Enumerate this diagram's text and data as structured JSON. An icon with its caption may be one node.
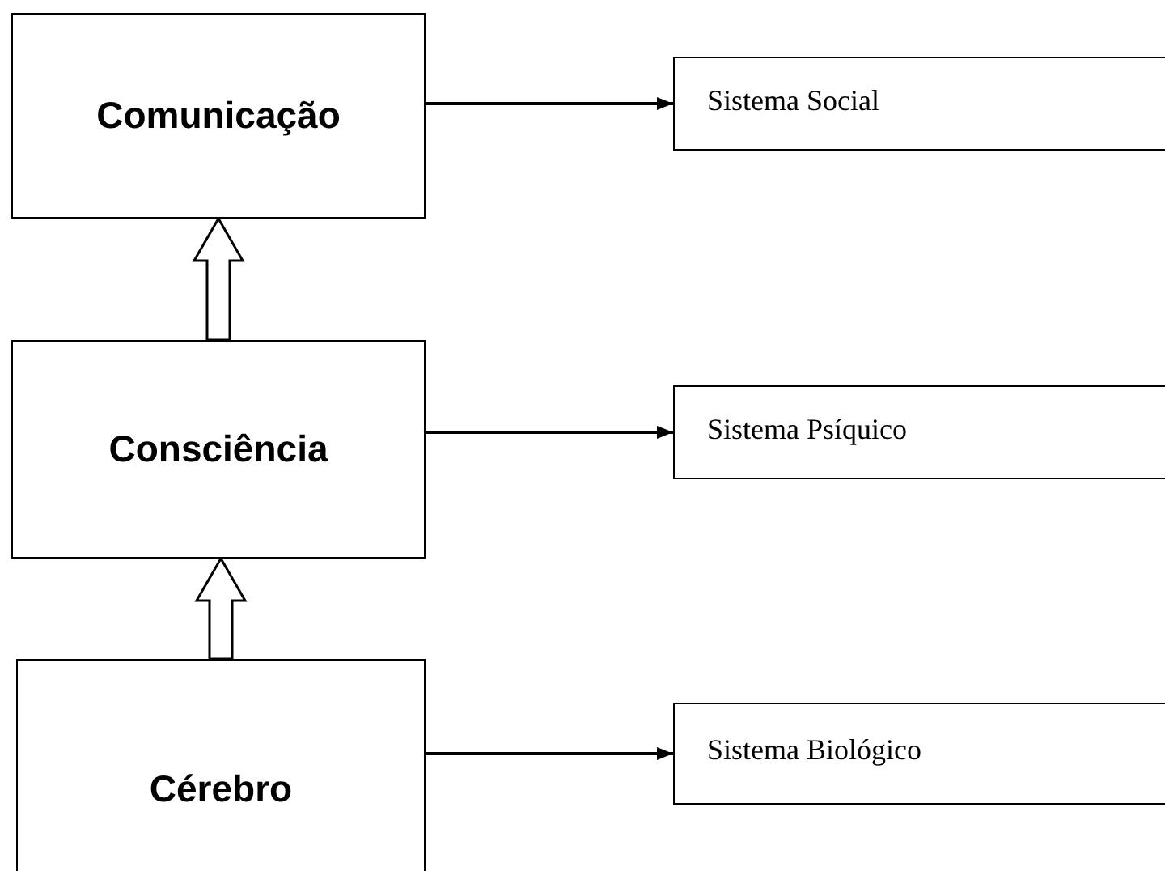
{
  "diagram": {
    "nodes": [
      {
        "text": [
          "Comunicação"
        ]
      },
      {
        "text": [
          "Sistema Social"
        ]
      },
      {
        "text": [
          "Consciência"
        ]
      },
      {
        "text": [
          "Sistema Psíquico"
        ]
      },
      {
        "text": [
          "Cérebro"
        ]
      },
      {
        "text": [
          "Sistema Biológico"
        ]
      }
    ],
    "edges": [
      {
        "from": 0,
        "to": 1,
        "arrow": "to"
      },
      {
        "from": 2,
        "to": 0,
        "arrow": "to",
        "style": "thick"
      },
      {
        "from": 2,
        "to": 3,
        "arrow": "to"
      },
      {
        "from": 4,
        "to": 2,
        "arrow": "to",
        "style": "thick"
      },
      {
        "from": 4,
        "to": 5,
        "arrow": "to"
      }
    ]
  }
}
